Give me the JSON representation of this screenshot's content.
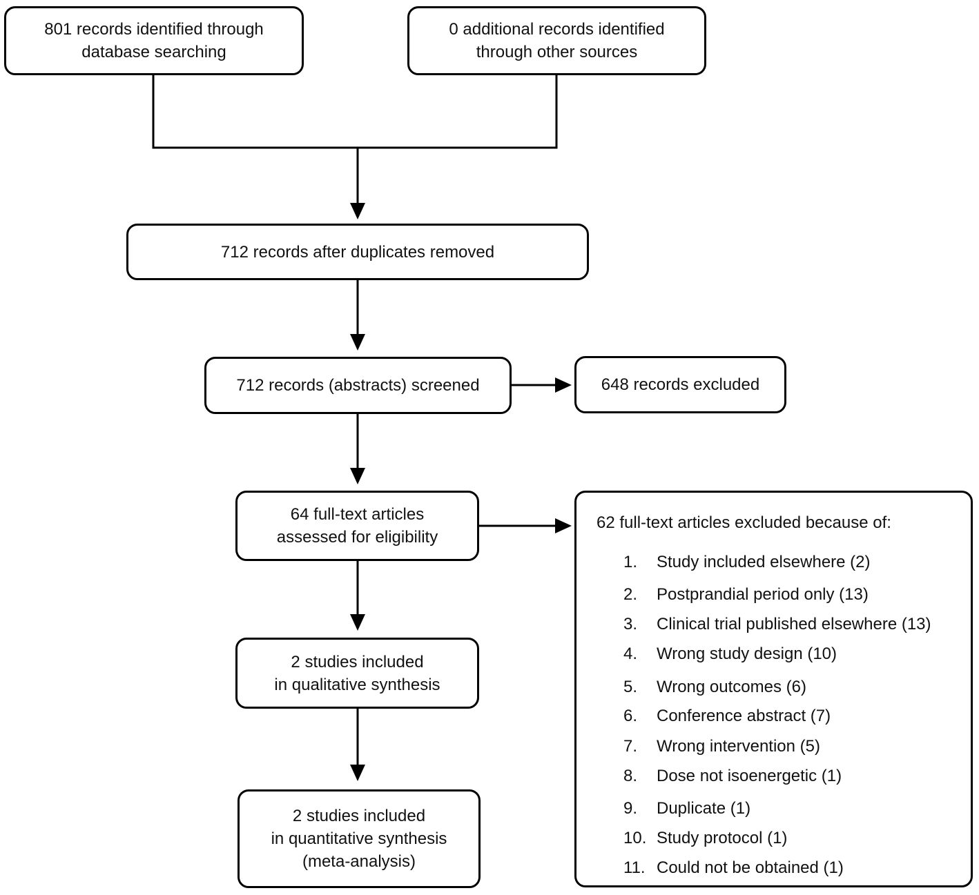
{
  "boxes": {
    "identified_db": [
      "801 records identified through",
      "database searching"
    ],
    "identified_other": [
      "0 additional records identified",
      "through other sources"
    ],
    "after_duplicates": [
      "712 records after duplicates removed"
    ],
    "screened": [
      "712 records (abstracts) screened"
    ],
    "excluded_records": [
      "648 records excluded"
    ],
    "fulltext_assessed": [
      "64 full-text articles",
      "assessed for eligibility"
    ],
    "qualitative": [
      "2 studies included",
      "in qualitative synthesis"
    ],
    "quantitative": [
      "2 studies included",
      "in quantitative synthesis",
      "(meta-analysis)"
    ]
  },
  "fulltext_excluded": {
    "heading": "62 full-text articles excluded because of:",
    "items": [
      {
        "num": "1.",
        "text": "Study included elsewhere (2)"
      },
      {
        "num": "2.",
        "text": "Postprandial period  only (13)"
      },
      {
        "num": "3.",
        "text": "Clinical trial published elsewhere (13)"
      },
      {
        "num": "4.",
        "text": "Wrong study design (10)"
      },
      {
        "num": "5.",
        "text": "Wrong outcomes (6)"
      },
      {
        "num": "6.",
        "text": "Conference abstract (7)"
      },
      {
        "num": "7.",
        "text": "Wrong intervention (5)"
      },
      {
        "num": "8.",
        "text": "Dose not isoenergetic (1)"
      },
      {
        "num": "9.",
        "text": "Duplicate (1)"
      },
      {
        "num": "10.",
        "text": "Study protocol (1)"
      },
      {
        "num": "11.",
        "text": "Could not be obtained (1)"
      }
    ]
  }
}
